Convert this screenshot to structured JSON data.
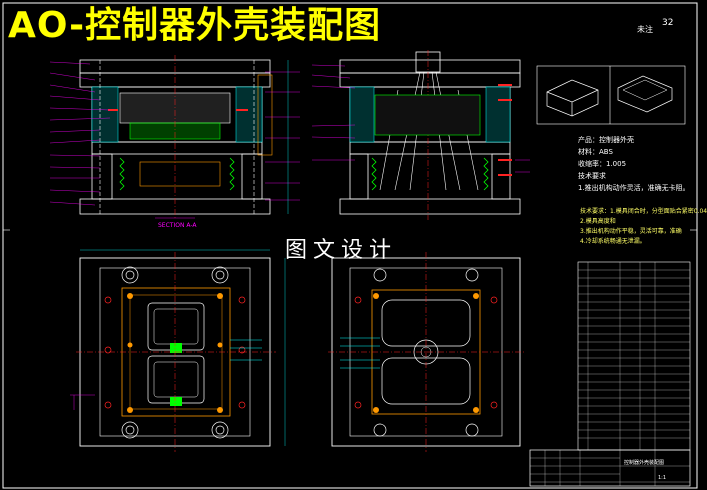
{
  "title": "AO-控制器外壳装配图",
  "watermark": "图文设计",
  "corner": {
    "code": "32",
    "label": "未注"
  },
  "section_label": "SECTION A-A",
  "product_notes": [
    "产品：控制器外壳",
    "材料：ABS",
    "收缩率：1.005",
    "技术要求",
    "1.推出机构动作灵活，准确无卡阻。"
  ],
  "tech_requirements": [
    "技术要求：1.模具闭合时，分型面贴合紧密0.04",
    "2.模具高度和",
    "3.推出机构动作平稳，灵活可靠，准确",
    "4.冷却系统畅通无泄漏。"
  ],
  "title_block": {
    "drawing_name": "控制器外壳装配图",
    "scale": "1:1"
  },
  "colors": {
    "background": "#000000",
    "outline": "#ffffff",
    "title": "#ffff00",
    "plate": "#00ff00",
    "hatch": "#00ffff",
    "leader": "#ff00ff",
    "orange": "#ff9900",
    "red": "#ff2222"
  }
}
